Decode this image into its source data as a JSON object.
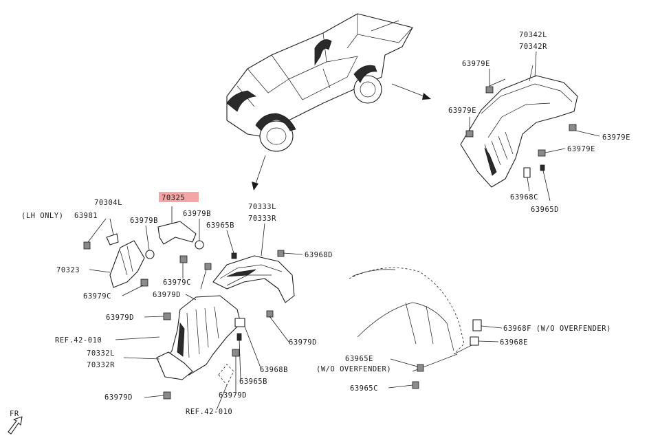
{
  "labels": {
    "p70342l": "70342L",
    "p70342r": "70342R",
    "p63979e_1": "63979E",
    "p63979e_2": "63979E",
    "p63979e_3": "63979E",
    "p63979e_4": "63979E",
    "p63968c": "63968C",
    "p63965d": "63965D",
    "p70325": "70325",
    "p70304l": "70304L",
    "lh_only": "(LH ONLY)",
    "p63981": "63981",
    "p63979b_1": "63979B",
    "p63979b_2": "63979B",
    "p63965b_1": "63965B",
    "p70333l": "70333L",
    "p70333r": "70333R",
    "p63968d": "63968D",
    "p70323": "70323",
    "p63979c_1": "63979C",
    "p63979c_2": "63979C",
    "p63979d_1": "63979D",
    "p63979d_2": "63979D",
    "p63979d_3": "63979D",
    "p63979d_4": "63979D",
    "p63979d_5": "63979D",
    "ref42_1": "REF.42-010",
    "ref42_2": "REF.42-010",
    "p70332l": "70332L",
    "p70332r": "70332R",
    "p63968b": "63968B",
    "p63965b_2": "63965B",
    "p63968f": "63968F (W/O OVERFENDER)",
    "p63968e": "63968E",
    "p63965e": "63965E",
    "wo_overfender": "(W/O OVERFENDER)",
    "p63965c": "63965C",
    "fr": "FR"
  },
  "colors": {
    "highlight": "#f4a6a6",
    "line": "#1a1a1a"
  }
}
